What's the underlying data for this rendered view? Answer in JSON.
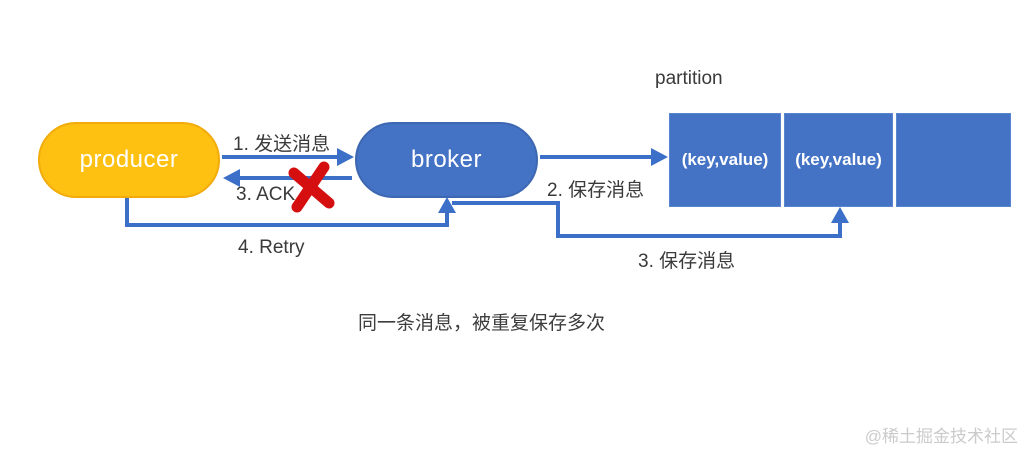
{
  "diagram": {
    "nodes": {
      "producer": {
        "label": "producer",
        "color": "#fec112"
      },
      "broker": {
        "label": "broker",
        "color": "#4472c4"
      },
      "partition": {
        "title": "partition",
        "color": "#4472c4",
        "cells": [
          {
            "label": "(key,value)"
          },
          {
            "label": "(key,value)"
          },
          {
            "label": ""
          }
        ]
      }
    },
    "edges": {
      "send": {
        "label": "1. 发送消息"
      },
      "ack": {
        "label": "3. ACK",
        "status": "failed"
      },
      "save_first": {
        "label": "2. 保存消息"
      },
      "retry": {
        "label": "4. Retry"
      },
      "save_again": {
        "label": "3. 保存消息"
      }
    },
    "caption": "同一条消息，被重复保存多次",
    "watermark": "@稀土掘金技术社区",
    "colors": {
      "arrow": "#3c70c8",
      "cross": "#d50f0f",
      "label_text": "#3a3a3a",
      "node_text": "#ffffff",
      "watermark": "#cbcbcb"
    }
  }
}
